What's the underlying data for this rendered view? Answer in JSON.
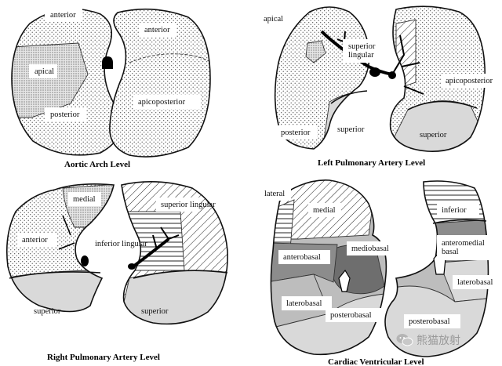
{
  "panels": {
    "aortic": {
      "caption": "Aortic Arch Level",
      "labels": {
        "anterior_l": "anterior",
        "apical": "apical",
        "posterior": "posterior",
        "anterior_r": "anterior",
        "apicoposterior": "apicoposterior"
      }
    },
    "left_pa": {
      "caption": "Left Pulmonary Artery Level",
      "labels": {
        "apical": "apical",
        "superior_lingular": "superior lingular",
        "apicoposterior": "apicoposterior",
        "posterior": "posterior",
        "superior_l": "superior",
        "superior_r": "superior"
      }
    },
    "right_pa": {
      "caption": "Right Pulmonary Artery Level",
      "labels": {
        "medial": "medial",
        "superior_lingular": "superior lingular",
        "anterior": "anterior",
        "inferior_lingular": "inferior lingular",
        "superior_l": "superior",
        "superior_r": "superior"
      }
    },
    "cardiac": {
      "caption": "Cardiac Ventricular Level",
      "labels": {
        "lateral": "lateral",
        "medial": "medial",
        "inferior": "inferior",
        "anteromedial_basal": "anteromedial basal",
        "mediobasal": "mediobasal",
        "anterobasal": "anterobasal",
        "laterobasal_l": "laterobasal",
        "laterobasal_r": "laterobasal",
        "posterobasal_l": "posterobasal",
        "posterobasal_r": "posterobasal"
      }
    }
  },
  "watermark": {
    "text": "熊猫放射",
    "icon": "wechat-icon"
  },
  "colors": {
    "gray_light": "#d9d9d9",
    "gray_mid": "#bdbdbd",
    "gray_dark": "#8c8c8c",
    "gray_darker": "#6e6e6e",
    "vessel": "#000000"
  }
}
